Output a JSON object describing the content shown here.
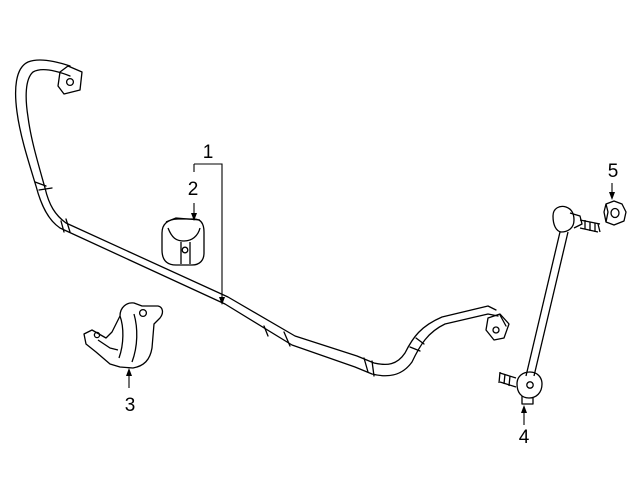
{
  "diagram": {
    "callouts": {
      "c1": "1",
      "c2": "2",
      "c3": "3",
      "c4": "4",
      "c5": "5"
    }
  },
  "parts": [
    {
      "callout": "1",
      "icon": "stabilizer-bar-assembly"
    },
    {
      "callout": "2",
      "icon": "stabilizer-bar-bushing"
    },
    {
      "callout": "3",
      "icon": "bushing-mounting-bracket"
    },
    {
      "callout": "4",
      "icon": "stabilizer-link"
    },
    {
      "callout": "5",
      "icon": "link-nut"
    }
  ],
  "colors": {
    "line": "#000000",
    "background": "#ffffff"
  }
}
